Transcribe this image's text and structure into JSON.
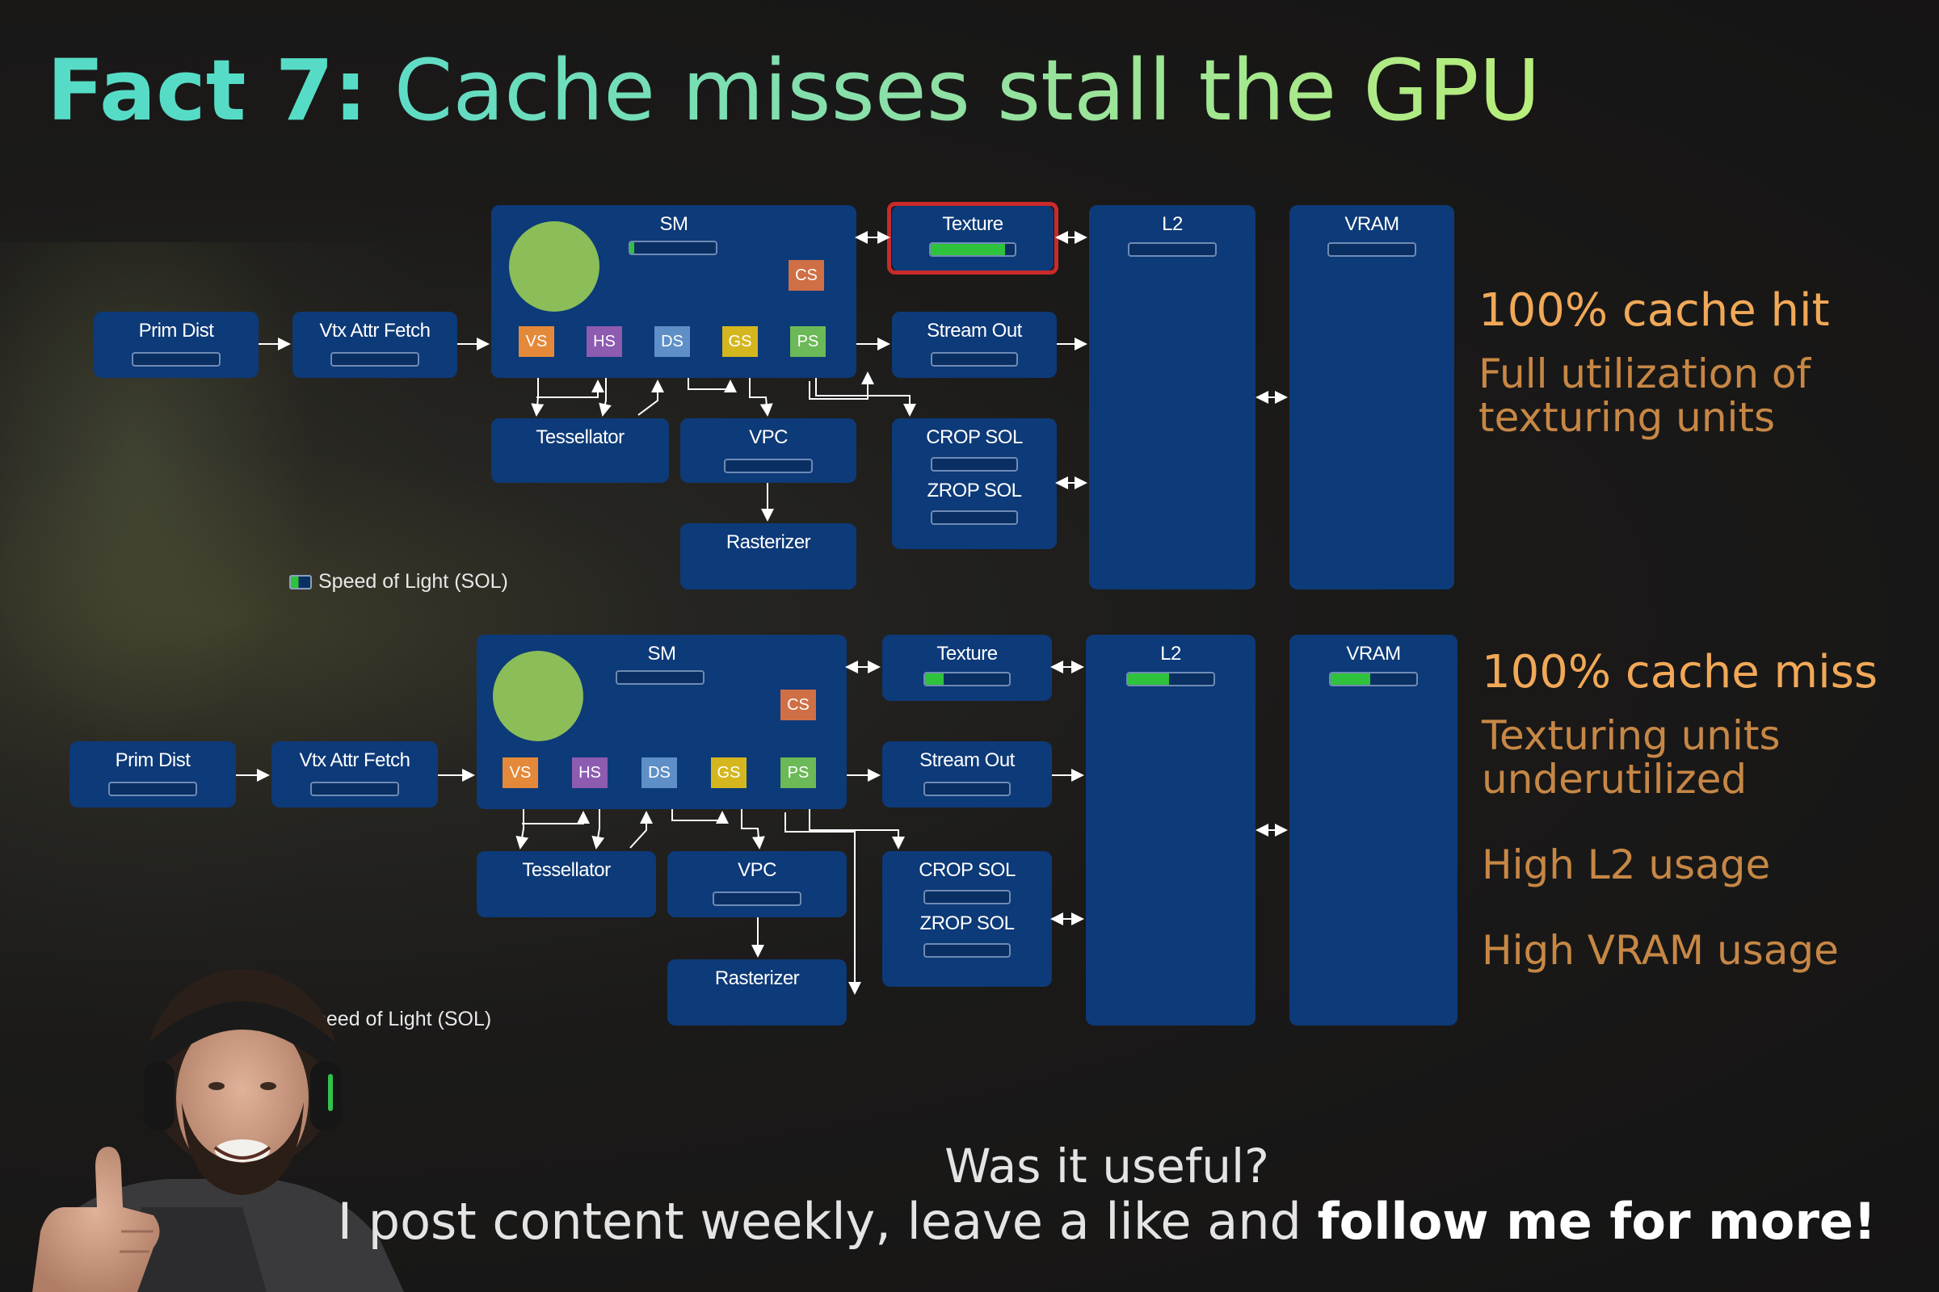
{
  "title": {
    "prefix": "Fact 7:",
    "rest": "Cache misses stall the GPU"
  },
  "colors": {
    "block": "#0d3a78",
    "bar_fill": "#2fc23d",
    "highlight": "#c92a2a",
    "note_head": "#f1a857",
    "note_sub": "#c78745",
    "title_accent": "#56dcc6"
  },
  "diagram_top": {
    "sm": "SM",
    "texture": "Texture",
    "l2": "L2",
    "vram": "VRAM",
    "prim_dist": "Prim Dist",
    "vtx_attr_fetch": "Vtx Attr Fetch",
    "stream_out": "Stream Out",
    "tessellator": "Tessellator",
    "vpc": "VPC",
    "rasterizer": "Rasterizer",
    "crop_sol": "CROP SOL",
    "zrop_sol": "ZROP SOL",
    "shaders": [
      "VS",
      "HS",
      "DS",
      "GS",
      "PS"
    ],
    "cs": "CS",
    "legend": "Speed of Light (SOL)",
    "sol": {
      "sm": 0.05,
      "texture": 0.88,
      "l2": 0,
      "vram": 0,
      "prim_dist": 0,
      "vtx_attr_fetch": 0,
      "stream_out": 0,
      "vpc": 0,
      "crop_sol": 0,
      "zrop_sol": 0
    }
  },
  "diagram_bottom": {
    "sm": "SM",
    "texture": "Texture",
    "l2": "L2",
    "vram": "VRAM",
    "prim_dist": "Prim Dist",
    "vtx_attr_fetch": "Vtx Attr Fetch",
    "stream_out": "Stream Out",
    "tessellator": "Tessellator",
    "vpc": "VPC",
    "rasterizer": "Rasterizer",
    "crop_sol": "CROP SOL",
    "zrop_sol": "ZROP SOL",
    "shaders": [
      "VS",
      "HS",
      "DS",
      "GS",
      "PS"
    ],
    "cs": "CS",
    "legend": "peed of Light (SOL)",
    "sol": {
      "sm": 0,
      "texture": 0.22,
      "l2": 0.48,
      "vram": 0.46,
      "prim_dist": 0,
      "vtx_attr_fetch": 0,
      "stream_out": 0,
      "vpc": 0,
      "crop_sol": 0,
      "zrop_sol": 0
    }
  },
  "notes_top": {
    "head": "100% cache hit",
    "line1": "Full utilization of",
    "line2": "texturing units"
  },
  "notes_bottom": {
    "head": "100% cache miss",
    "line1": "Texturing units",
    "line2": "underutilized",
    "line3": "High L2 usage",
    "line4": "High VRAM usage"
  },
  "footer": {
    "line1": "Was it useful?",
    "line2_plain": "I post content weekly, leave a like and ",
    "line2_bold": "follow me for more!"
  }
}
